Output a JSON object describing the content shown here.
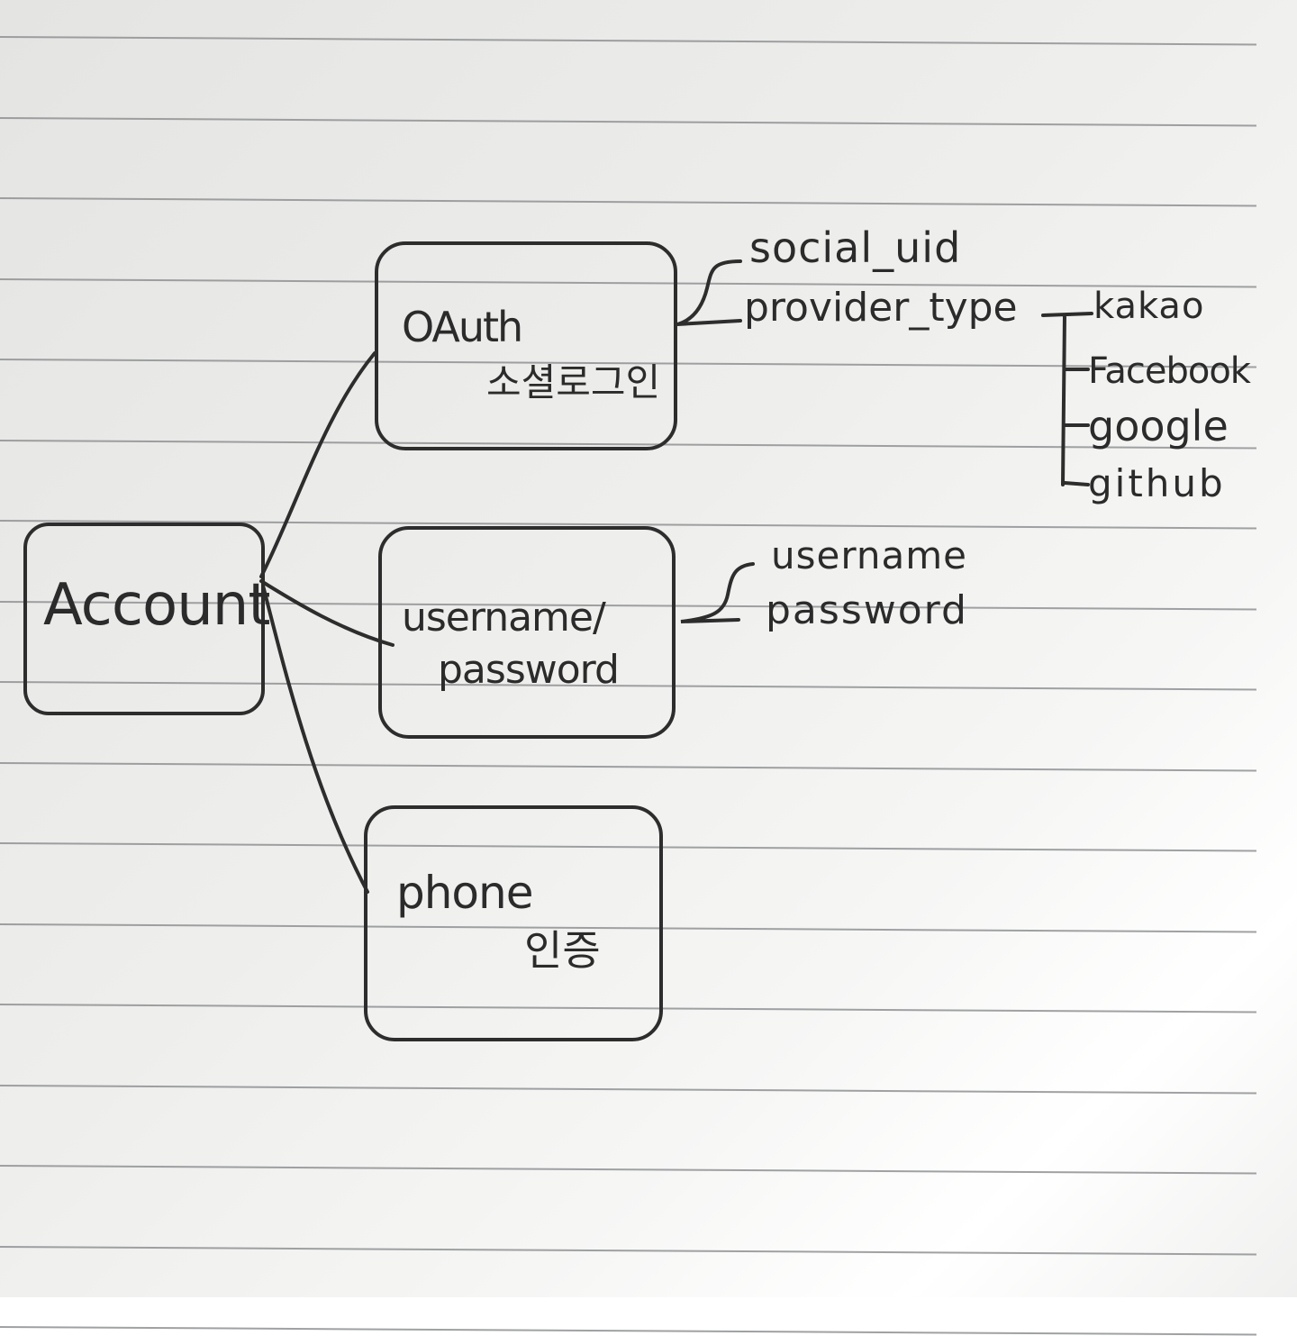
{
  "nodes": {
    "account": {
      "label": "Account"
    },
    "oauth": {
      "label": "OAuth",
      "sublabel": "소셜로그인"
    },
    "userpass": {
      "label_line1": "username/",
      "label_line2": "password"
    },
    "phone": {
      "label": "phone",
      "sublabel": "인증"
    }
  },
  "oauth_fields": [
    "social_uid",
    "provider_type"
  ],
  "providers": [
    "kakao",
    "Facebook",
    "google",
    "github"
  ],
  "userpass_fields": [
    "username",
    "password"
  ],
  "colors": {
    "ink": "#2d2d2d",
    "paper": "#eeeeec",
    "rule": "#8e9093"
  }
}
